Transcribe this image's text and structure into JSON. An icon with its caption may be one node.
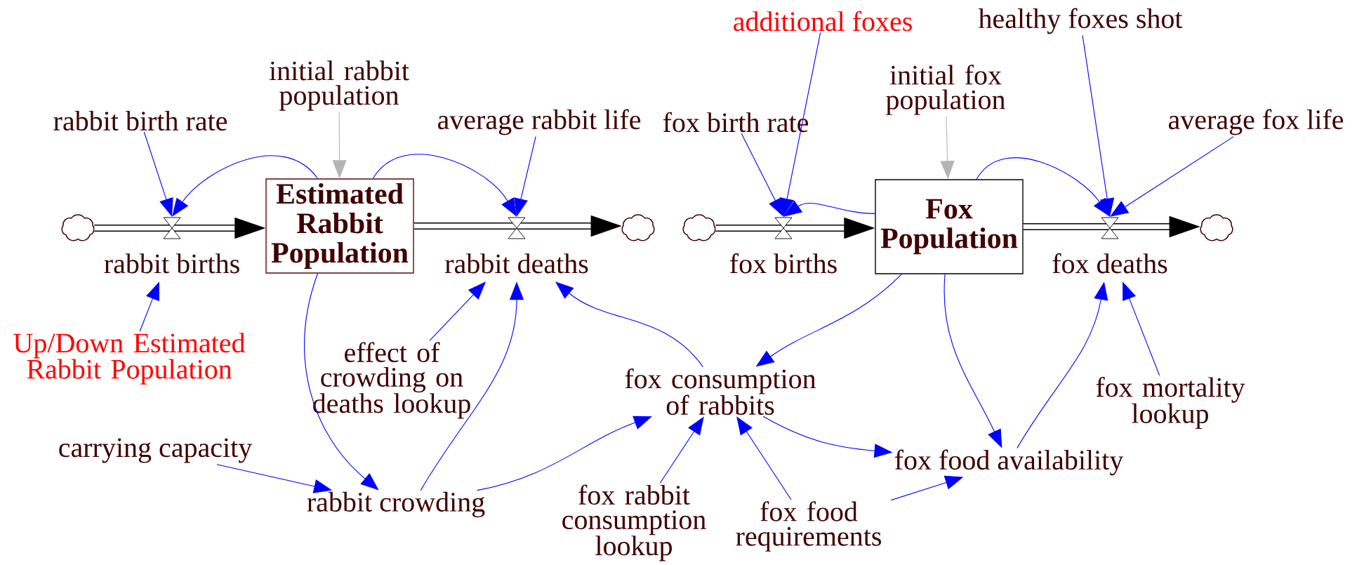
{
  "diagram": {
    "nodes": [
      {
        "text": [],
        "shape": "cloud"
      },
      {
        "text": [
          "rabbit births"
        ]
      },
      {
        "text": [
          "Estimated Rabbit Population"
        ]
      },
      {
        "text": [
          "rabbit deaths"
        ]
      },
      {
        "text": [],
        "shape": "cloud"
      },
      {
        "text": [
          "rabbit birth rate"
        ]
      },
      {
        "text": [
          "initial rabbit population"
        ]
      },
      {
        "text": [
          "average rabbit life"
        ]
      },
      {
        "text": [
          "Up/Down Estimated Rabbit Population"
        ]
      },
      {
        "text": [
          "effect of crowding on deaths lookup"
        ]
      },
      {
        "text": [
          "fox consumption of rabbits"
        ]
      },
      {
        "text": [
          "carrying capacity"
        ]
      },
      {
        "text": [
          "rabbit crowding"
        ]
      },
      {
        "text": [
          "fox rabbit consumption lookup"
        ]
      },
      {
        "text": [
          "fox food requirements"
        ]
      },
      {
        "text": [
          "fox food availability"
        ]
      },
      {
        "text": [
          "fox mortality lookup"
        ]
      },
      {
        "text": [
          "additional foxes"
        ]
      },
      {
        "text": [
          "healthy foxes shot"
        ]
      },
      {
        "text": [
          "initial fox population"
        ]
      },
      {
        "text": [
          "fox birth rate"
        ]
      },
      {
        "text": [
          "average fox life"
        ]
      },
      {
        "text": [],
        "shape": "cloud"
      },
      {
        "text": [
          "fox births"
        ]
      },
      {
        "text": [
          "Fox Population"
        ]
      },
      {
        "text": [
          "fox deaths"
        ]
      },
      {
        "text": [],
        "shape": "cloud"
      }
    ],
    "edges": [
      {
        "from": 0,
        "to": 2,
        "arrow": "to",
        "style": "thick",
        "color": "#000000"
      },
      {
        "from": 2,
        "to": 4,
        "arrow": "to",
        "style": "thick",
        "color": "#000000"
      },
      {
        "from": 22,
        "to": 24,
        "arrow": "to",
        "style": "thick",
        "color": "#000000"
      },
      {
        "from": 24,
        "to": 26,
        "arrow": "to",
        "style": "thick",
        "color": "#000000"
      },
      {
        "from": 5,
        "to": 1,
        "arrow": "to"
      },
      {
        "from": 2,
        "to": 1,
        "arrow": "to"
      },
      {
        "from": 6,
        "to": 2,
        "arrow": "to",
        "color": "#b4b4b4"
      },
      {
        "from": 2,
        "to": 3,
        "arrow": "to"
      },
      {
        "from": 7,
        "to": 3,
        "arrow": "to"
      },
      {
        "from": 8,
        "to": 1,
        "arrow": "to"
      },
      {
        "from": 2,
        "to": 12,
        "arrow": "to"
      },
      {
        "from": 9,
        "to": 3,
        "arrow": "to"
      },
      {
        "from": 12,
        "to": 3,
        "arrow": "to"
      },
      {
        "from": 10,
        "to": 3,
        "arrow": "to"
      },
      {
        "from": 11,
        "to": 12,
        "arrow": "to"
      },
      {
        "from": 12,
        "to": 10,
        "arrow": "to"
      },
      {
        "from": 13,
        "to": 10,
        "arrow": "to"
      },
      {
        "from": 14,
        "to": 10,
        "arrow": "to"
      },
      {
        "from": 14,
        "to": 15,
        "arrow": "to"
      },
      {
        "from": 10,
        "to": 15,
        "arrow": "to"
      },
      {
        "from": 24,
        "to": 10,
        "arrow": "to"
      },
      {
        "from": 24,
        "to": 15,
        "arrow": "to"
      },
      {
        "from": 15,
        "to": 25,
        "arrow": "to"
      },
      {
        "from": 16,
        "to": 25,
        "arrow": "to"
      },
      {
        "from": 24,
        "to": 23,
        "arrow": "to"
      },
      {
        "from": 20,
        "to": 23,
        "arrow": "to"
      },
      {
        "from": 17,
        "to": 23,
        "arrow": "to"
      },
      {
        "from": 19,
        "to": 24,
        "arrow": "to",
        "color": "#b4b4b4"
      },
      {
        "from": 24,
        "to": 25,
        "arrow": "to"
      },
      {
        "from": 18,
        "to": 25,
        "arrow": "to"
      },
      {
        "from": 21,
        "to": 25,
        "arrow": "to"
      }
    ]
  }
}
